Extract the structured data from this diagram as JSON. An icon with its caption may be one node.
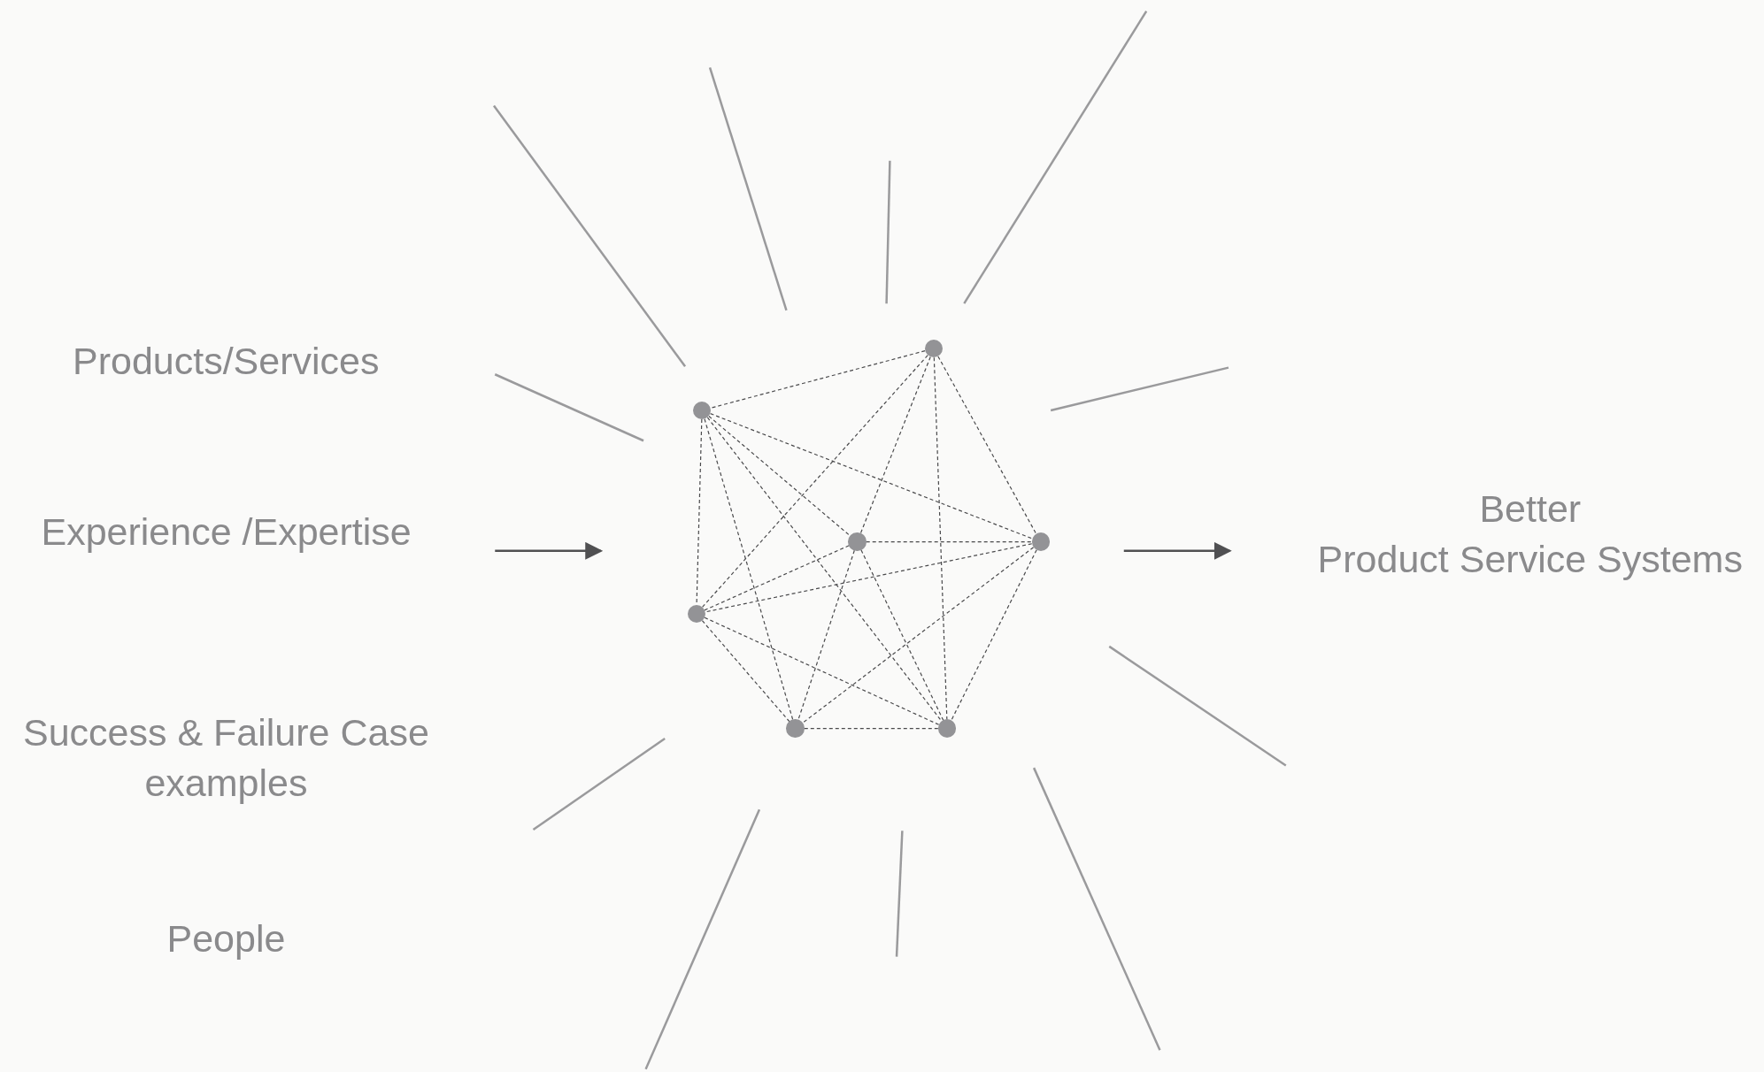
{
  "diagram": {
    "nodes": [
      {
        "text": [
          "Products/Services"
        ]
      },
      {
        "text": [
          "Experience /Expertise"
        ]
      },
      {
        "text": [
          "Success & Failure Case examples"
        ]
      },
      {
        "text": [
          "People"
        ]
      },
      {
        "text": [],
        "shape": "circle"
      },
      {
        "text": [],
        "shape": "circle"
      },
      {
        "text": [],
        "shape": "circle"
      },
      {
        "text": [],
        "shape": "circle"
      },
      {
        "text": [],
        "shape": "circle"
      },
      {
        "text": [],
        "shape": "circle"
      },
      {
        "text": [],
        "shape": "circle"
      },
      {
        "text": [
          "Better Product Service Systems"
        ]
      }
    ],
    "edges": [
      {
        "from": 4,
        "to": 5,
        "arrow": "none",
        "style": "dashed"
      },
      {
        "from": 4,
        "to": 6,
        "arrow": "none",
        "style": "dashed"
      },
      {
        "from": 4,
        "to": 7,
        "arrow": "none",
        "style": "dashed"
      },
      {
        "from": 4,
        "to": 8,
        "arrow": "none",
        "style": "dashed"
      },
      {
        "from": 4,
        "to": 10,
        "arrow": "none",
        "style": "dashed"
      },
      {
        "from": 5,
        "to": 6,
        "arrow": "none",
        "style": "dashed"
      },
      {
        "from": 5,
        "to": 7,
        "arrow": "none",
        "style": "dashed"
      },
      {
        "from": 5,
        "to": 8,
        "arrow": "none",
        "style": "dashed"
      },
      {
        "from": 5,
        "to": 9,
        "arrow": "none",
        "style": "dashed"
      },
      {
        "from": 5,
        "to": 10,
        "arrow": "none",
        "style": "dashed"
      },
      {
        "from": 6,
        "to": 7,
        "arrow": "none",
        "style": "dashed"
      },
      {
        "from": 6,
        "to": 8,
        "arrow": "none",
        "style": "dashed"
      },
      {
        "from": 6,
        "to": 9,
        "arrow": "none",
        "style": "dashed"
      },
      {
        "from": 6,
        "to": 10,
        "arrow": "none",
        "style": "dashed"
      },
      {
        "from": 7,
        "to": 8,
        "arrow": "none",
        "style": "dashed"
      },
      {
        "from": 7,
        "to": 9,
        "arrow": "none",
        "style": "dashed"
      },
      {
        "from": 7,
        "to": 10,
        "arrow": "none",
        "style": "dashed"
      },
      {
        "from": 8,
        "to": 9,
        "arrow": "none",
        "style": "dashed"
      },
      {
        "from": 8,
        "to": 10,
        "arrow": "none",
        "style": "dashed"
      },
      {
        "from": 9,
        "to": 10,
        "arrow": "none",
        "style": "dashed"
      }
    ]
  }
}
